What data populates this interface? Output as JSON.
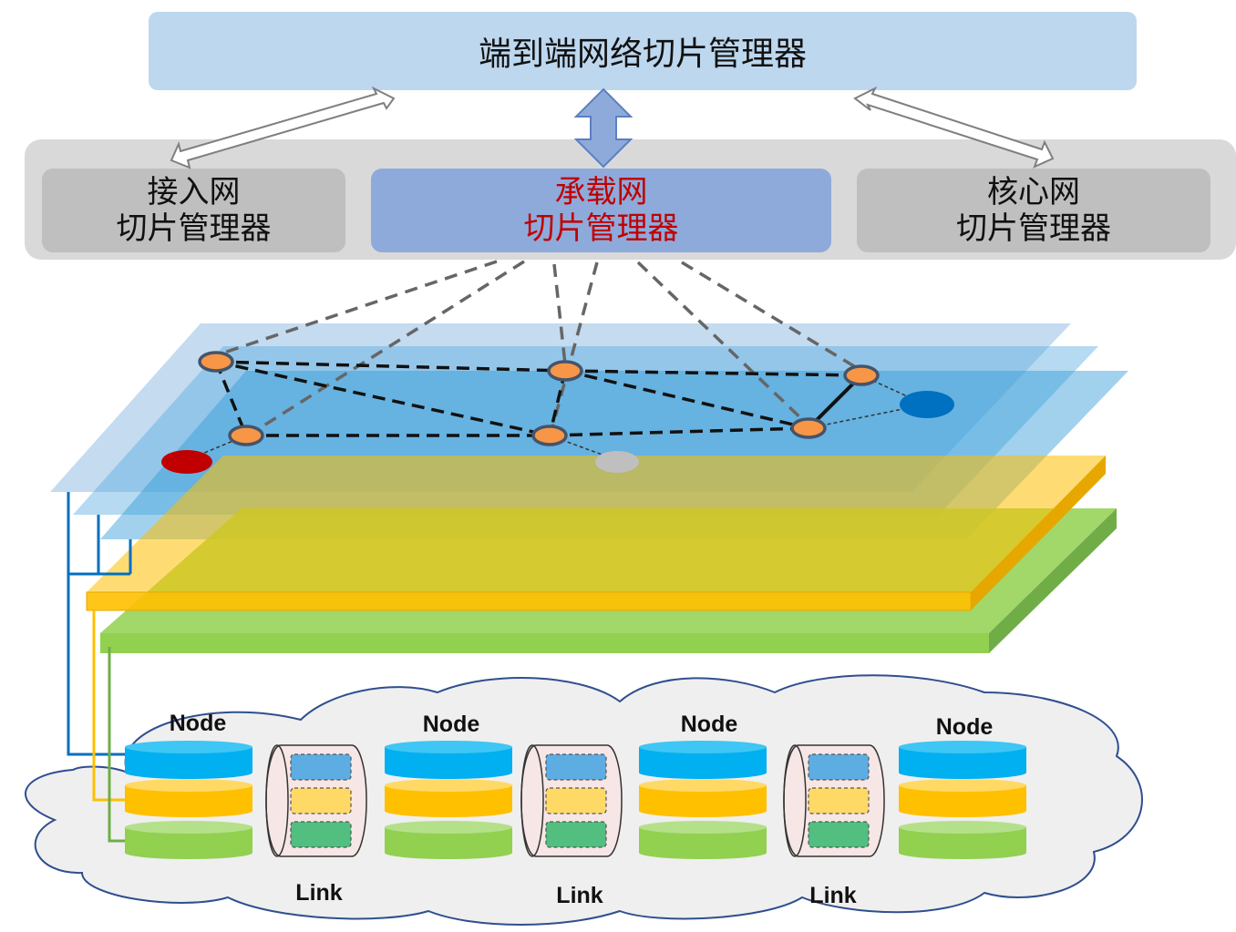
{
  "top": {
    "title": "端到端网络切片管理器"
  },
  "domains": {
    "access": {
      "line1": "接入网",
      "line2": "切片管理器"
    },
    "transport": {
      "line1": "承载网",
      "line2": "切片管理器"
    },
    "core": {
      "line1": "核心网",
      "line2": "切片管理器"
    }
  },
  "infrastructure": {
    "node_label": "Node",
    "link_label": "Link"
  },
  "colors": {
    "top_box": "#bdd7ee",
    "domain_band": "#d9d9d9",
    "domain_box": "#bfbfbf",
    "transport_box": "#8eaadb",
    "transport_text": "#c00000",
    "slice_blue": "#00b0f0",
    "slice_yellow": "#ffc000",
    "slice_green": "#92d050",
    "node_orange": "#f79646",
    "endpoint_red": "#c00000",
    "endpoint_blue": "#0070c0",
    "endpoint_gray": "#bfbfbf"
  }
}
